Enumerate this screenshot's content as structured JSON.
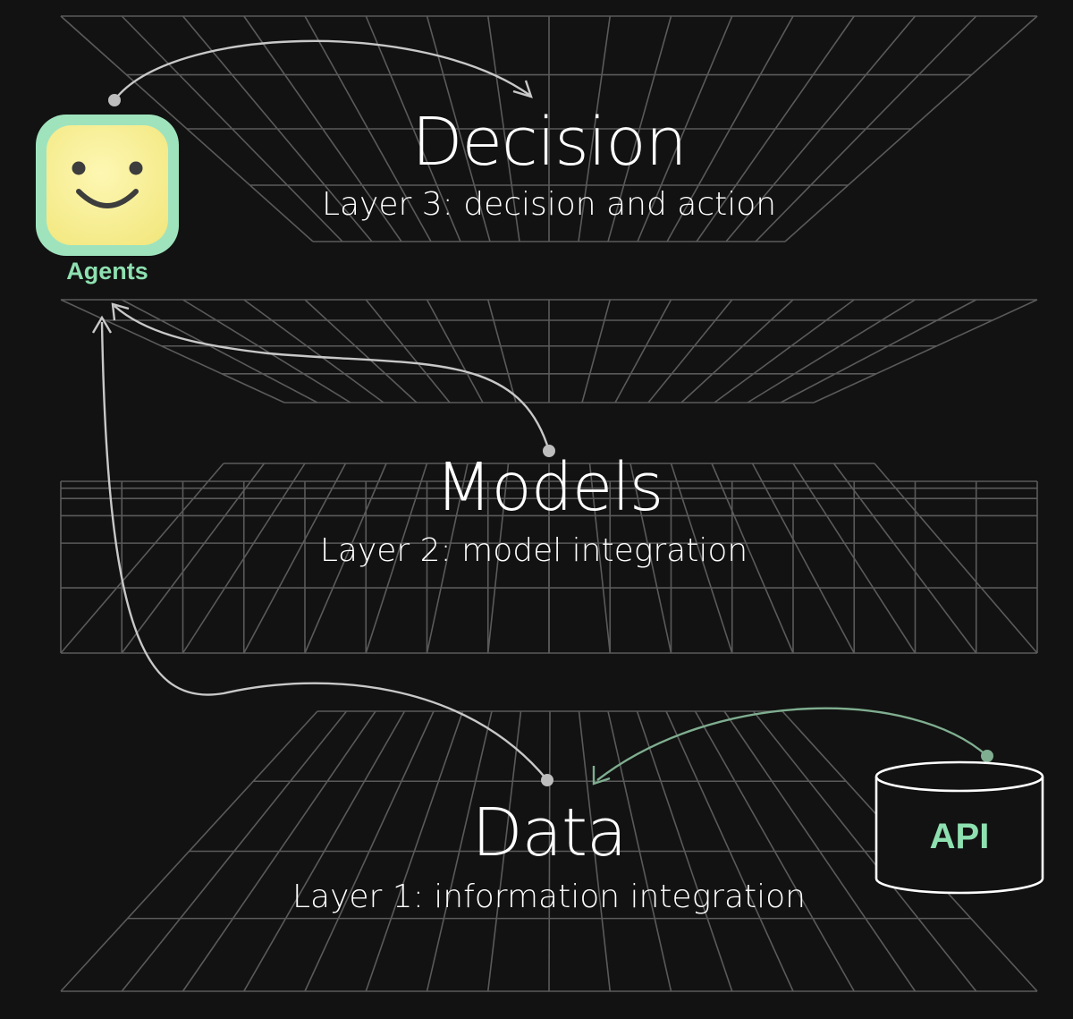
{
  "layers": [
    {
      "id": "decision",
      "title": "Decision",
      "subtitle": "Layer 3: decision and action"
    },
    {
      "id": "models",
      "title": "Models",
      "subtitle": "Layer 2: model integration"
    },
    {
      "id": "data",
      "title": "Data",
      "subtitle": "Layer 1: information integration"
    }
  ],
  "agents": {
    "label": "Agents",
    "icon": "smiley-face-icon"
  },
  "api": {
    "label": "API",
    "icon": "database-cylinder-icon"
  },
  "colors": {
    "background": "#121212",
    "grid": "#5a5a5a",
    "text": "#ffffff",
    "accent_green": "#8ee0b0",
    "connector_gray": "#c8c8c8",
    "connector_green": "#7fae90",
    "agent_face": "#fbf29a"
  }
}
